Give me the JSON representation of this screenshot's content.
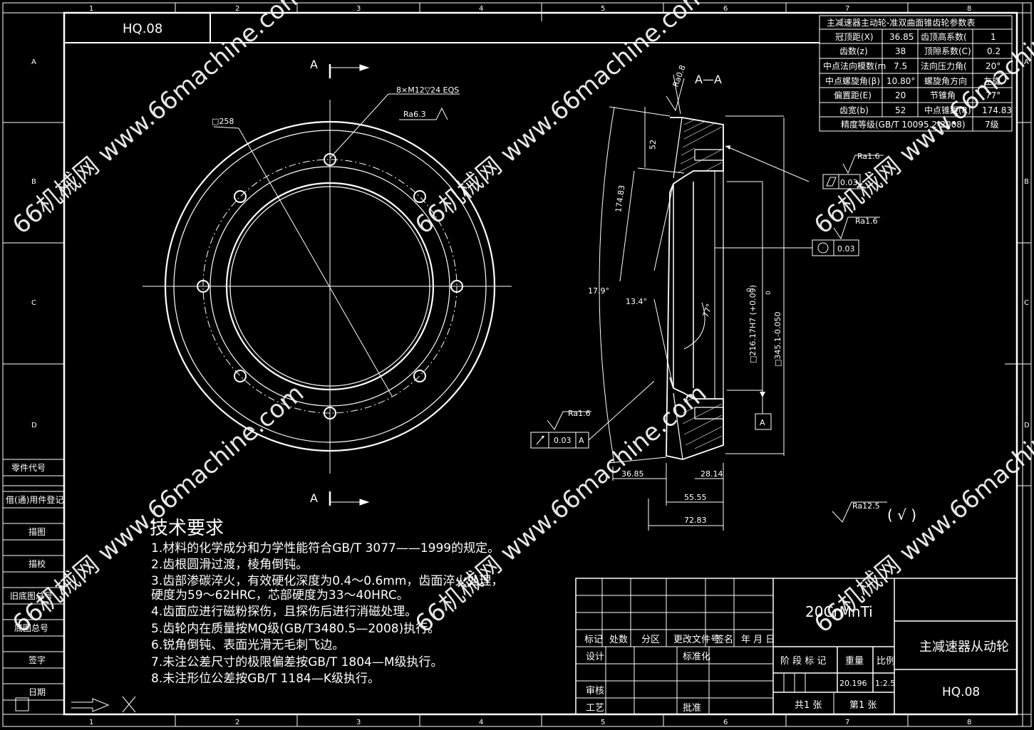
{
  "drawing_number": "HQ.08",
  "part_name": "主减速器从动轮",
  "material": "20CrMnTi",
  "zone_columns": [
    "1",
    "2",
    "3",
    "4",
    "5",
    "6",
    "7",
    "8"
  ],
  "zone_rows": [
    "A",
    "B",
    "C",
    "D"
  ],
  "views": {
    "front_section_letter_top": "A",
    "front_section_letter_bottom": "A",
    "section_view_title": "A—A",
    "hole_callout": "8×M12▽24  EQS",
    "diameter_label": "□258",
    "ra_63": "Ra6.3",
    "ra_08": "Ra0.8"
  },
  "section_dims": {
    "d_52": "52",
    "d_17483": "174.83",
    "angle_179": "17.9°",
    "angle_134": "13.4°",
    "angle_77": "77°",
    "bore_dia": "□216.17H7 (+0.09)",
    "bore_dia_tol_low": "0",
    "od_dia": "□345.1-0.050",
    "od_tol_upper": "0",
    "d_3685": "36.85",
    "d_2814": "28.14",
    "d_5555": "55.55",
    "d_7283": "72.83",
    "datum_a": "A",
    "gt_ra_16_a": "Ra1.6",
    "gt_val_1": "0.03",
    "gt_ra_16_b": "Ra1.6",
    "gt_val_2": "0.03",
    "gt_ra_16_c": "Ra1.6",
    "gt_val_3": "0.03",
    "gt_datum_ref": "A",
    "ra_125": "Ra12.5",
    "ra_125_paren": "(  √  )"
  },
  "param_table": {
    "title": "主减速器主动轮-准双曲面锥齿轮参数表",
    "rows": [
      [
        "冠顶距(X)",
        "36.85",
        "齿顶高系数(",
        "1"
      ],
      [
        "齿数(z)",
        "38",
        "顶隙系数(C)",
        "0.2"
      ],
      [
        "中点法向模数(m",
        "7.5",
        "法向压力角(",
        "20°"
      ],
      [
        "中点螺旋角(β)",
        "10.80°",
        "螺旋角方向",
        "左旋"
      ],
      [
        "偏置距(E)",
        "20",
        "节锥角",
        "77°"
      ],
      [
        "齿宽(b)",
        "52",
        "中点锥距(R)",
        "174.83"
      ]
    ],
    "accuracy_label": "精度等级(GB/T 10095.2-2008)",
    "accuracy_value": "7级"
  },
  "tech_requirements": {
    "title": "技术要求",
    "lines": [
      "1.材料的化学成分和力学性能符合GB/T 3077——1999的规定。",
      "2.齿根圆滑过渡，棱角倒钝。",
      "3.齿部渗碳淬火，有效硬化深度为0.4～0.6mm，齿面淬火处理，",
      "硬度为59～62HRC，芯部硬度为33～40HRC。",
      "4.齿面应进行磁粉探伤，且探伤后进行消磁处理。",
      "5.齿轮内在质量按MQ级(GB/T3480.5—2008)执行。",
      "6.锐角倒钝、表面光滑无毛刺飞边。",
      "7.未注公差尺寸的极限偏差按GB/T 1804—M级执行。",
      "8.未注形位公差按GB/T 1184—K级执行。"
    ]
  },
  "left_strip": [
    "零件代号",
    "借(通)用件登记",
    "描图",
    "描校",
    "旧底图总号",
    "底图总号",
    "签字",
    "日期"
  ],
  "title_block": {
    "headers": [
      "标记",
      "处数",
      "分区",
      "更改文件号",
      "签名",
      "年 月 日"
    ],
    "design": "设计",
    "standardization": "标准化",
    "review": "审核",
    "process": "工艺",
    "approve": "批准",
    "stage_mark": "阶 段 标 记",
    "weight": "重量",
    "scale": "比例",
    "weight_value": "20.196",
    "scale_value": "1:2.5",
    "sheets_total": "共1 张",
    "sheet_no": "第1 张"
  },
  "watermark": "66机械网 www.66machine.com"
}
